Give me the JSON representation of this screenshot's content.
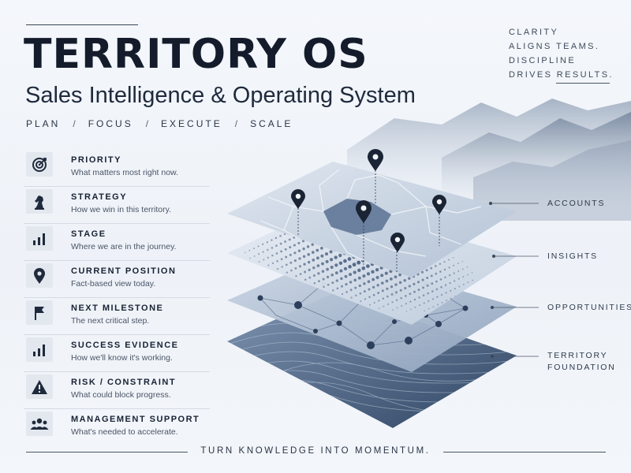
{
  "header": {
    "title": "TERRITORY OS",
    "subtitle": "Sales Intelligence & Operating System",
    "phases": [
      "PLAN",
      "FOCUS",
      "EXECUTE",
      "SCALE"
    ],
    "phase_separator": "/"
  },
  "quote": {
    "lines": [
      "CLARITY",
      "ALIGNS TEAMS.",
      "DISCIPLINE",
      "DRIVES RESULTS."
    ]
  },
  "items": [
    {
      "title": "PRIORITY",
      "desc": "What matters most right now.",
      "icon": "target-icon"
    },
    {
      "title": "STRATEGY",
      "desc": "How we win in this territory.",
      "icon": "chess-knight-icon"
    },
    {
      "title": "STAGE",
      "desc": "Where we are in the journey.",
      "icon": "bar-chart-icon"
    },
    {
      "title": "CURRENT POSITION",
      "desc": "Fact-based view today.",
      "icon": "map-pin-icon"
    },
    {
      "title": "NEXT MILESTONE",
      "desc": "The next critical step.",
      "icon": "flag-icon"
    },
    {
      "title": "SUCCESS EVIDENCE",
      "desc": "How we'll know it's working.",
      "icon": "bar-chart-icon"
    },
    {
      "title": "RISK / CONSTRAINT",
      "desc": "What could block progress.",
      "icon": "warning-icon"
    },
    {
      "title": "MANAGEMENT SUPPORT",
      "desc": "What's needed to accelerate.",
      "icon": "team-icon"
    }
  ],
  "layers": {
    "accounts": "ACCOUNTS",
    "insights": "INSIGHTS",
    "opportunities": "OPPORTUNITIES",
    "foundation_line1": "TERRITORY",
    "foundation_line2": "FOUNDATION"
  },
  "footer": {
    "tagline": "TURN KNOWLEDGE INTO MOMENTUM."
  },
  "colors": {
    "ink": "#141c2c",
    "slate": "#33445e",
    "layer_light": "#c9d5e4",
    "layer_mid": "#8fa3bd",
    "layer_dark": "#3d5270",
    "pin": "#1b2434"
  }
}
